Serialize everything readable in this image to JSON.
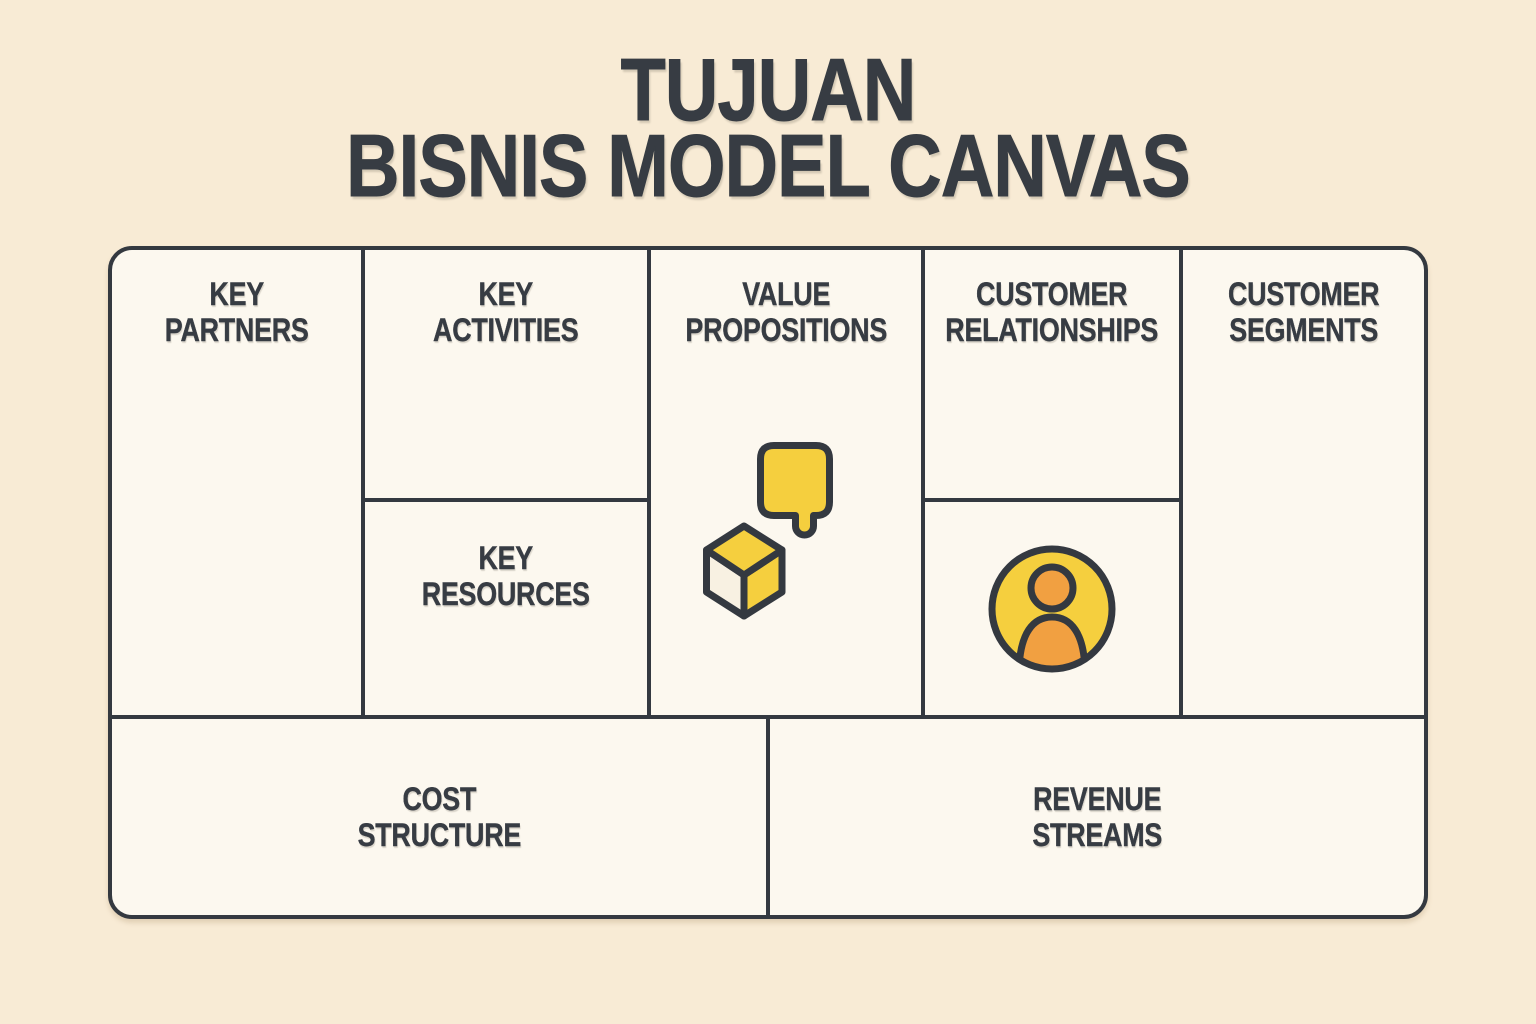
{
  "title": {
    "line1": "TUJUAN",
    "line2": "BISNIS MODEL CANVAS"
  },
  "cells": {
    "key_partners": {
      "lines": [
        "KEY",
        "PARTNERS"
      ]
    },
    "key_activities": {
      "lines": [
        "KEY",
        "ACTIVITIES"
      ]
    },
    "key_resources": {
      "lines": [
        "KEY",
        "RESOURCES"
      ]
    },
    "value_propositions": {
      "lines": [
        "VALUE",
        "PROPOSITIONS"
      ]
    },
    "customer_relationships": {
      "lines": [
        "CUSTOMER",
        "RELATIONSHIPS"
      ]
    },
    "customer_segments": {
      "lines": [
        "CUSTOMER",
        "SEGMENTS"
      ]
    },
    "cost_structure": {
      "lines": [
        "COST",
        "STRUCTURE"
      ]
    },
    "revenue_streams": {
      "lines": [
        "REVENUE",
        "STREAMS"
      ]
    }
  },
  "icons": {
    "value_propositions": [
      "speech-bubble-icon",
      "cube-icon"
    ],
    "customer_relationships": [
      "person-icon"
    ]
  },
  "theme": {
    "background": "#f8ebd5",
    "cell": "#fcf8ef",
    "border": "#343940",
    "text": "#373c43",
    "yellow": "#f5cf3e",
    "orange": "#f1a041",
    "cube_face": "#f8f1e2"
  }
}
